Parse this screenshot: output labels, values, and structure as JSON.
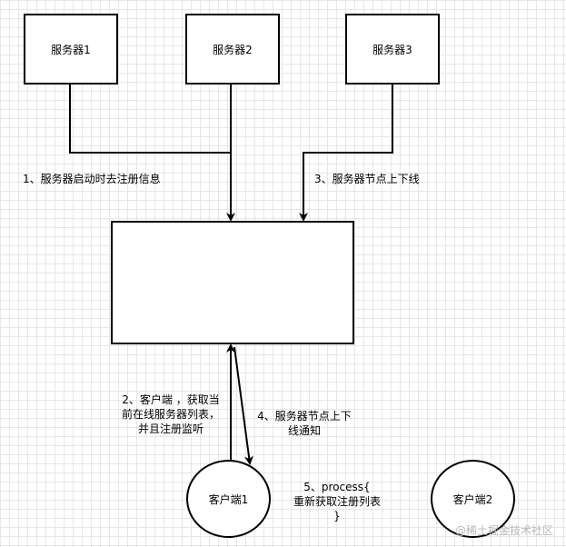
{
  "nodes": {
    "server1": "服务器1",
    "server2": "服务器2",
    "server3": "服务器3",
    "registry": "",
    "client1": "客户端1",
    "client2": "客户端2"
  },
  "labels": {
    "step1": "1、服务器启动时去注册信息",
    "step3": "3、服务器节点上下线",
    "step2": [
      "2、客户端 ，获取当",
      "前在线服务器列表，",
      "并且注册监听"
    ],
    "step4": [
      "4、服务器节点上下",
      "线通知"
    ],
    "step5": [
      "5、process{",
      "重新获取注册列表",
      "}"
    ]
  },
  "watermark": "@稀土掘金技术社区"
}
